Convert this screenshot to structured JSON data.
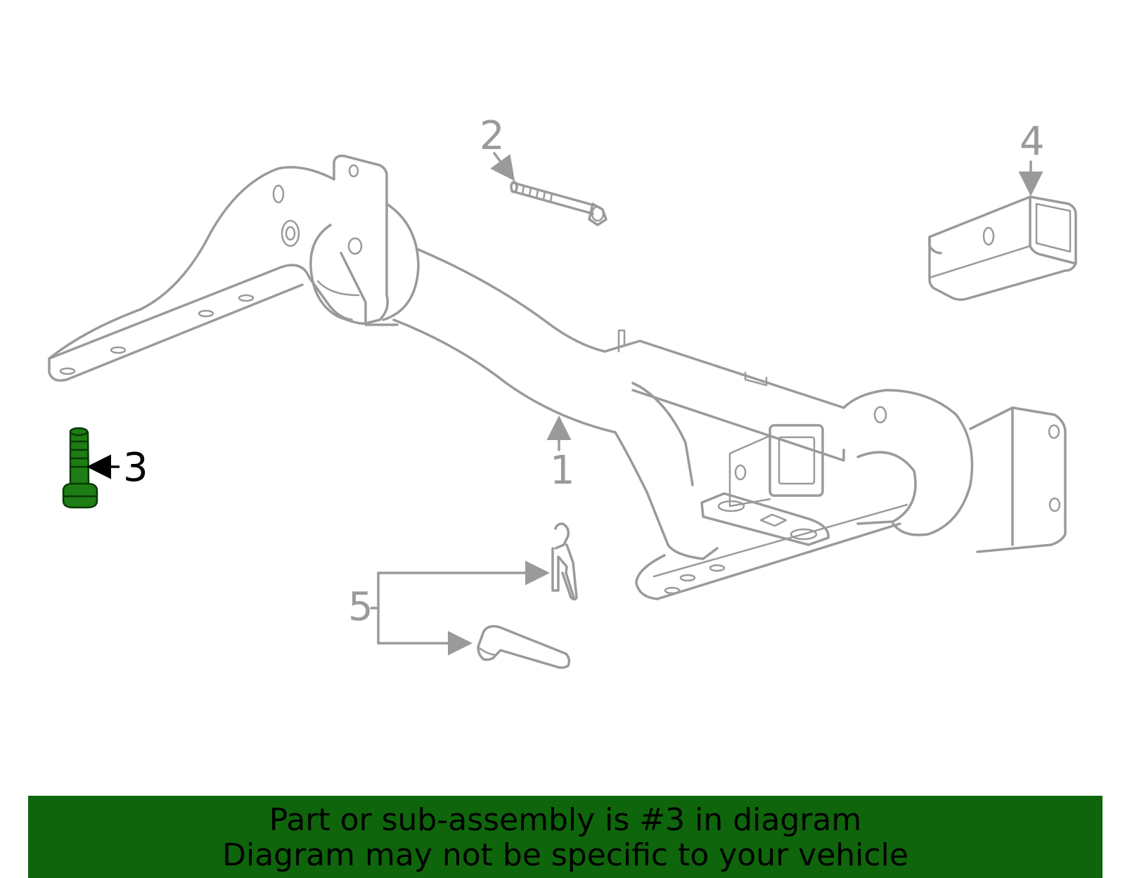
{
  "callouts": [
    {
      "id": "1",
      "label": "1",
      "highlighted": false
    },
    {
      "id": "2",
      "label": "2",
      "highlighted": false
    },
    {
      "id": "3",
      "label": "3",
      "highlighted": true
    },
    {
      "id": "4",
      "label": "4",
      "highlighted": false
    },
    {
      "id": "5",
      "label": "5",
      "highlighted": false
    }
  ],
  "banner": {
    "line1": "Part or sub-assembly is #3 in diagram",
    "line2": "Diagram may not be specific to your vehicle"
  },
  "colors": {
    "line": "#9a9a9a",
    "highlight": "#1e7d14",
    "banner": "#0f650b"
  }
}
